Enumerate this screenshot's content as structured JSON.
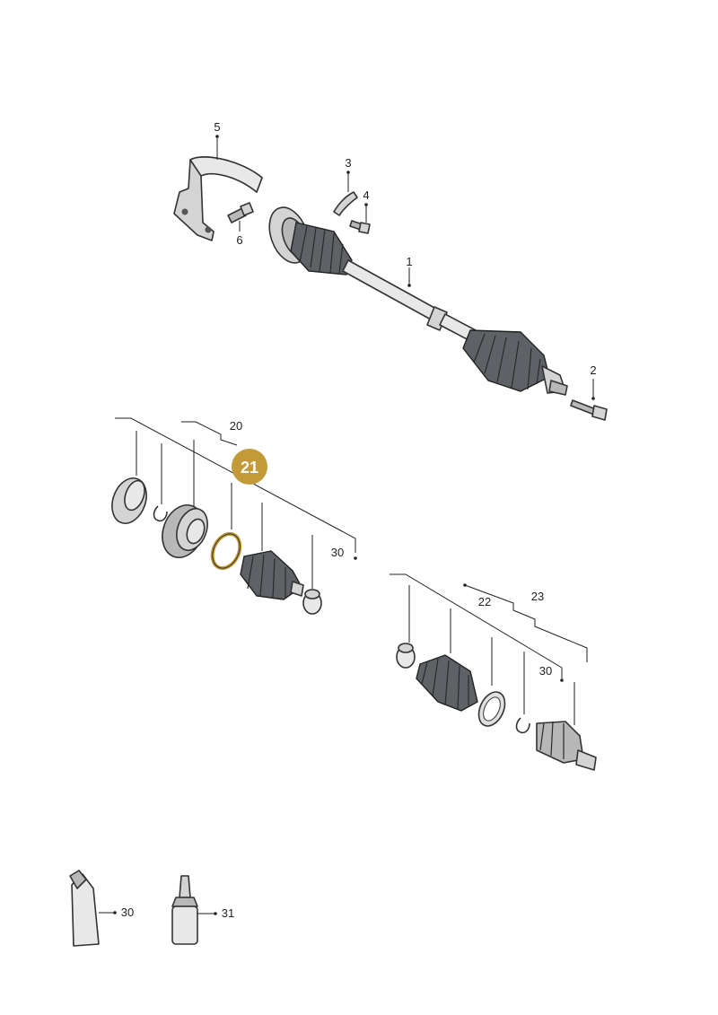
{
  "diagram": {
    "highlight_color": "#c29a38",
    "highlight_text_color": "#ffffff",
    "highlighted_callout": "21",
    "callouts": {
      "c1": "1",
      "c2": "2",
      "c3": "3",
      "c4": "4",
      "c5": "5",
      "c6": "6",
      "c20": "20",
      "c21": "21",
      "c22": "22",
      "c23": "23",
      "c30a": "30",
      "c30b": "30",
      "c30c": "30",
      "c31": "31"
    }
  }
}
